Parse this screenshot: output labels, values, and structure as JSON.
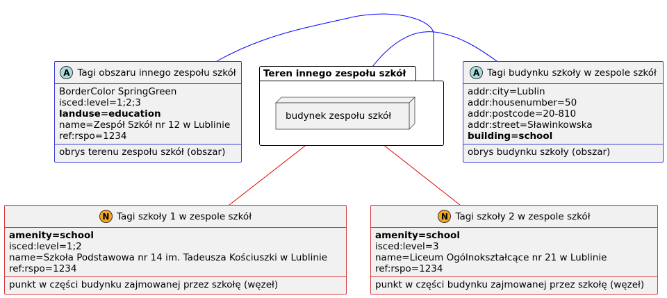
{
  "package": {
    "title": "Teren innego zespołu szkół",
    "node_label": "budynek zespołu szkół"
  },
  "area_left": {
    "badge": "A",
    "title": "Tagi obszaru innego zespołu szkół",
    "lines": [
      {
        "text": "BorderColor SpringGreen",
        "bold": false
      },
      {
        "text": "isced:level=1;2;3",
        "bold": false
      },
      {
        "text": "landuse=education",
        "bold": true
      },
      {
        "text": "name=Zespół Szkół nr 12 w Lublinie",
        "bold": false
      },
      {
        "text": "ref:rspo=1234",
        "bold": false
      }
    ],
    "footer": "obrys terenu zespołu szkół (obszar)"
  },
  "area_right": {
    "badge": "A",
    "title": "Tagi budynku szkoły w zespole szkół",
    "lines": [
      {
        "text": "addr:city=Lublin",
        "bold": false
      },
      {
        "text": "addr:housenumber=50",
        "bold": false
      },
      {
        "text": "addr:postcode=20-810",
        "bold": false
      },
      {
        "text": "addr:street=Sławinkowska",
        "bold": false
      },
      {
        "text": "building=school",
        "bold": true
      }
    ],
    "footer": "obrys budynku szkoły (obszar)"
  },
  "node_school1": {
    "badge": "N",
    "title": "Tagi szkoły 1 w zespole szkół",
    "lines": [
      {
        "text": "amenity=school",
        "bold": true
      },
      {
        "text": "isced:level=1;2",
        "bold": false
      },
      {
        "text": "name=Szkoła Podstawowa nr 14 im. Tadeusza Kościuszki w Lublinie",
        "bold": false
      },
      {
        "text": "ref:rspo=1234",
        "bold": false
      }
    ],
    "footer": "punkt w części budynku zajmowanej przez szkołę (węzeł)"
  },
  "node_school2": {
    "badge": "N",
    "title": "Tagi szkoły 2 w zespole szkół",
    "lines": [
      {
        "text": "amenity=school",
        "bold": true
      },
      {
        "text": "isced:level=3",
        "bold": false
      },
      {
        "text": "name=Liceum Ogólnokształcące nr 21 w Lublinie",
        "bold": false
      },
      {
        "text": "ref:rspo=1234",
        "bold": false
      }
    ],
    "footer": "punkt w części budynku zajmowanej przez szkołę (węzeł)"
  },
  "colors": {
    "area_link": "#0000ff",
    "node_link": "#e00000",
    "area_border": "#3a3ad6",
    "node_border": "#d63a3a",
    "area_badge": "#a9dcdf",
    "node_badge": "#f5a623",
    "box_fill": "#f1f1f1"
  }
}
